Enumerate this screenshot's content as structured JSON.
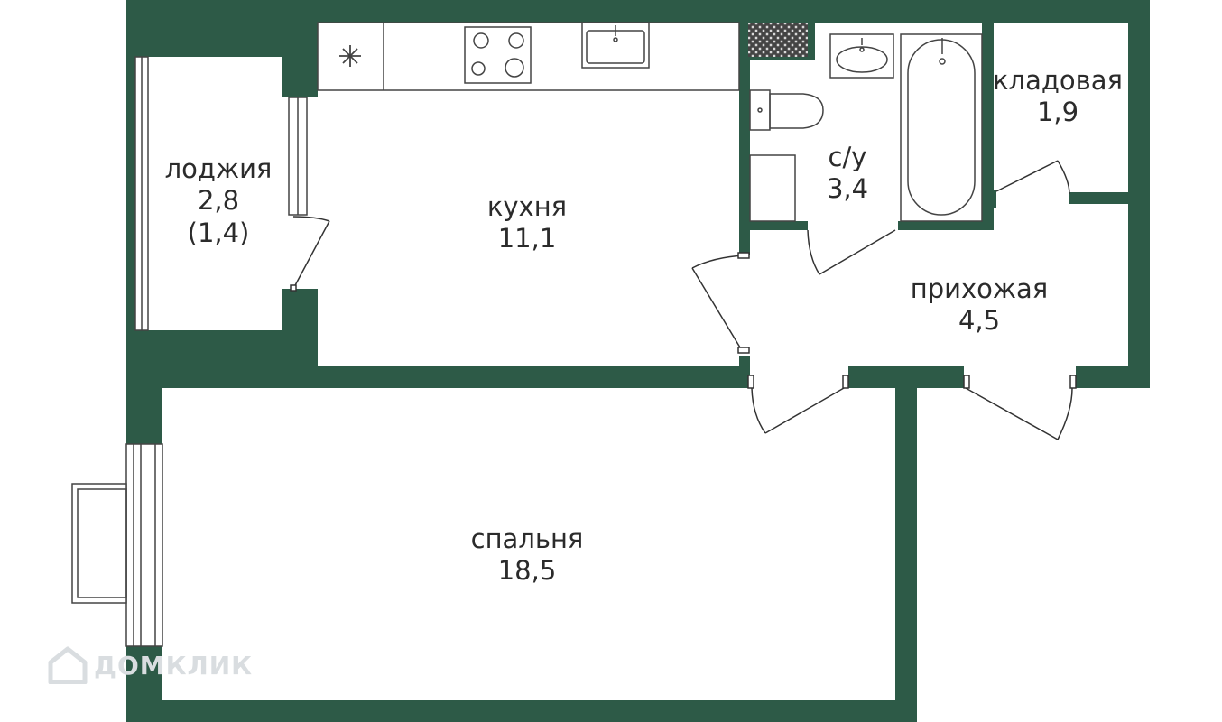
{
  "colors": {
    "wall": "#2d5a47",
    "line": "#444444",
    "text": "#2b2b2b",
    "watermark": "#d9dde0"
  },
  "rooms": [
    {
      "id": "loggia",
      "name": "лоджия",
      "area": "2,8",
      "extra": "(1,4)"
    },
    {
      "id": "kitchen",
      "name": "кухня",
      "area": "11,1"
    },
    {
      "id": "bathroom",
      "name": "с/у",
      "area": "3,4"
    },
    {
      "id": "storage",
      "name": "кладовая",
      "area": "1,9"
    },
    {
      "id": "hallway",
      "name": "прихожая",
      "area": "4,5"
    },
    {
      "id": "bedroom",
      "name": "спальня",
      "area": "18,5"
    }
  ],
  "watermark": {
    "text": "ДОМКЛИК",
    "icon": "house-logo-icon"
  }
}
